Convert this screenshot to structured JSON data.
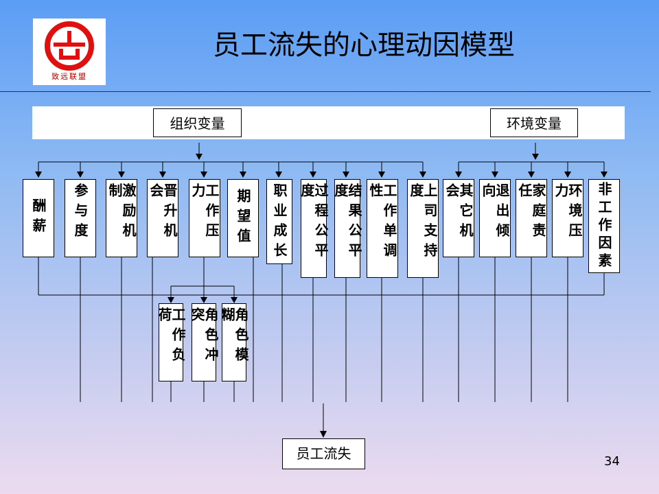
{
  "logo": {
    "caption": "致远联盟",
    "red": "#e01010"
  },
  "title": "员工流失的心理动因模型",
  "org_variable": "组织变量",
  "env_variable": "环境变量",
  "factors": [
    {
      "id": "salary",
      "label": "酬薪"
    },
    {
      "id": "participation",
      "label": "参与度"
    },
    {
      "id": "incentive",
      "label": "激励机制"
    },
    {
      "id": "promotion",
      "label": "晋升机会"
    },
    {
      "id": "work-pressure",
      "label": "工作压力"
    },
    {
      "id": "expectation",
      "label": "期望值"
    },
    {
      "id": "career-growth",
      "label": "职业成长"
    },
    {
      "id": "process-fairness",
      "label": "过程公平度"
    },
    {
      "id": "outcome-fairness",
      "label": "结果公平度"
    },
    {
      "id": "work-monotony",
      "label": "工作单调性"
    },
    {
      "id": "supervisor-support",
      "label": "上司支持度"
    },
    {
      "id": "other-opportunity",
      "label": "其它机会"
    },
    {
      "id": "quit-tendency",
      "label": "退出倾向"
    },
    {
      "id": "family-duty",
      "label": "家庭责任"
    },
    {
      "id": "env-pressure",
      "label": "环境压力"
    },
    {
      "id": "non-work",
      "label": "非工作因素"
    }
  ],
  "sub_factors": [
    {
      "id": "workload",
      "label": "工作负荷"
    },
    {
      "id": "role-conflict",
      "label": "角色冲突"
    },
    {
      "id": "role-ambiguity",
      "label": "角色模糊"
    }
  ],
  "result": "员工流失",
  "page_number": "34"
}
